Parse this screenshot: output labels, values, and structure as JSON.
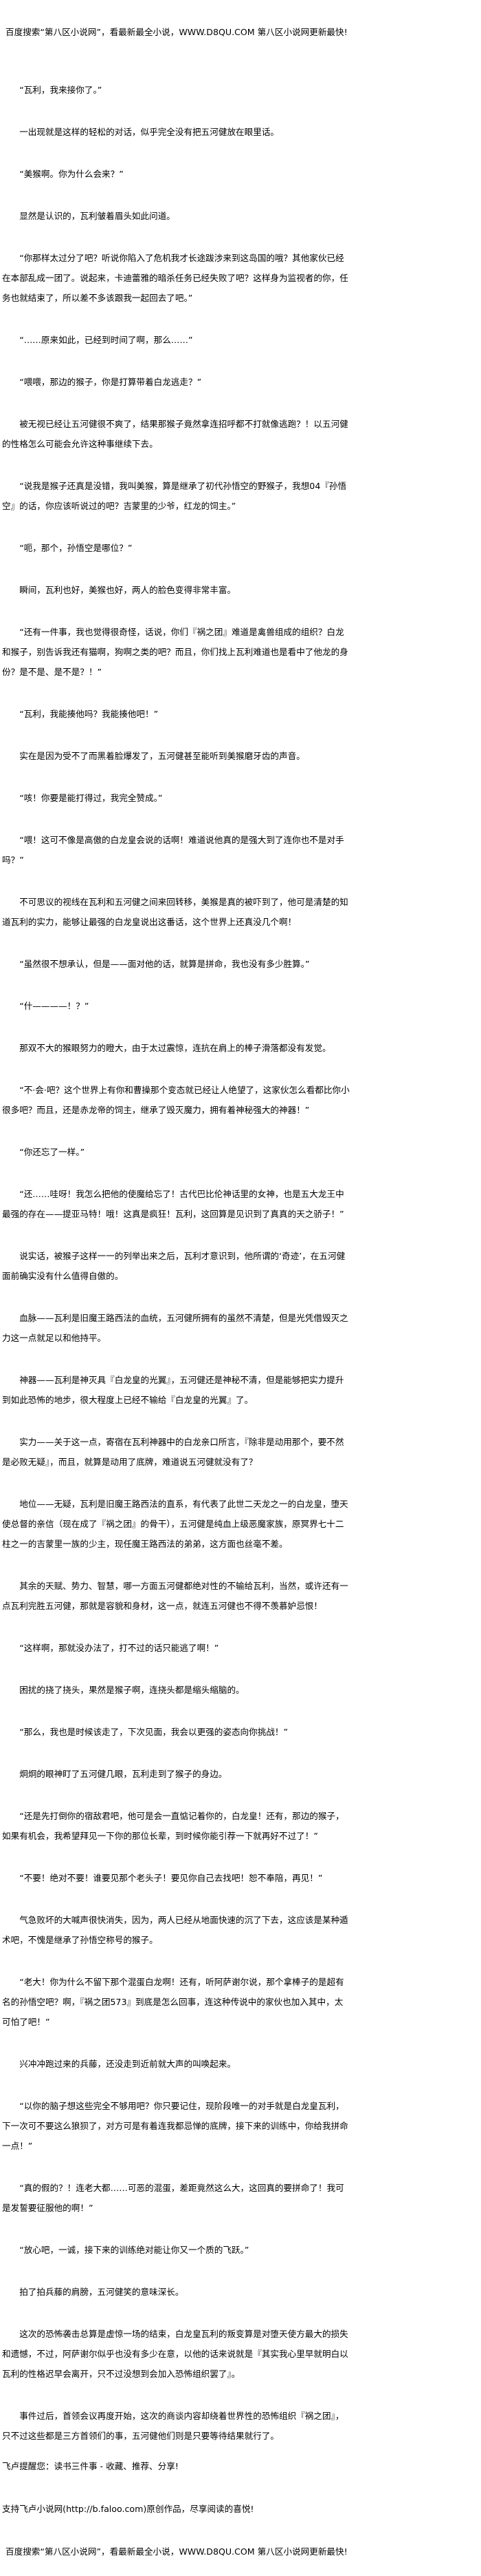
{
  "banner": "百度搜索“第八区小说网”，看最新最全小说，WWW.D8QU.COM   第八区小说网更新最快!",
  "paragraphs": [
    "“瓦利，我来接你了。”",
    "一出现就是这样的轻松的对话，似乎完全没有把五河健放在眼里话。",
    "“美猴啊。你为什么会来？”",
    "显然是认识的，瓦利皱着眉头如此问道。",
    "“你那样太过分了吧？听说你陷入了危机我才长途跋涉来到这岛国的哦？其他家伙已经在本部乱成一团了。说起来，卡迪蕾雅的暗杀任务已经失败了吧？这样身为监视者的你，任务也就结束了，所以差不多该跟我一起回去了吧。”",
    "“……原来如此，已经到时间了啊，那么……”",
    "“喂喂，那边的猴子，你是打算带着白龙逃走？”",
    "被无视已经让五河健很不爽了，结果那猴子竟然拿连招呼都不打就像逃跑？！以五河健的性格怎么可能会允许这种事继续下去。",
    "“说我是猴子还真是没错，我叫美猴，算是继承了初代孙悟空的野猴子，我想04『孙悟空』的话，你应该听说过的吧？吉蒙里的少爷，红龙的饲主。”",
    "“呃，那个，孙悟空是哪位？”",
    "瞬间，瓦利也好，美猴也好，两人的脸色变得非常丰富。",
    "“还有一件事，我也觉得很奇怪，话说，你们『祸之团』难道是禽兽组成的组织？白龙和猴子，别告诉我还有猫啊，狗啊之类的吧？而且，你们找上瓦利难道也是看中了他龙的身份？是不是、是不是？！”",
    "“瓦利，我能揍他吗？我能揍他吧！”",
    "实在是因为受不了而黑着脸爆发了，五河健甚至能听到美猴磨牙齿的声音。",
    "“咳！你要是能打得过，我完全赞成。”",
    "“喂！这可不像是高傲的白龙皇会说的话啊！难道说他真的是强大到了连你也不是对手吗？”",
    "不可思议的视线在瓦利和五河健之间来回转移，美猴是真的被吓到了，他可是清楚的知道瓦利的实力，能够让最强的白龙皇说出这番话，这个世界上还真没几个啊！",
    "“虽然很不想承认，但是——面对他的话，就算是拼命，我也没有多少胜算。”",
    "“什————！？”",
    "那双不大的猴眼努力的瞪大，由于太过震惊，连抗在肩上的棒子滑落都没有发觉。",
    "“不·会·吧？这个世界上有你和曹操那个变态就已经让人绝望了，这家伙怎么看都比你小很多吧？而且，还是赤龙帝的饲主，继承了毁灭魔力，拥有着神秘强大的神器！”",
    "“你还忘了一样。”",
    "“还……哇呀！我怎么把他的使魔给忘了！古代巴比伦神话里的女神，也是五大龙王中最强的存在——提亚马特！哦！这真是疯狂！瓦利，这回算是见识到了真真的天之骄子！”",
    "说实话，被猴子这样一一的列举出来之后，瓦利才意识到，他所谓的‘奇迹’，在五河健面前确实没有什么值得自傲的。",
    "血脉——瓦利是旧魔王路西法的血统，五河健所拥有的虽然不清楚，但是光凭借毁灭之力这一点就足以和他持平。",
    "神器——瓦利是神灭具『白龙皇的光翼』，五河健还是神秘不清，但是能够把实力提升到如此恐怖的地步，很大程度上已经不输给『白龙皇的光翼』了。",
    "实力——关于这一点，寄宿在瓦利神器中的白龙亲口所言，『除非是动用那个，要不然是必败无疑』，而且，就算是动用了底牌，难道说五河健就没有了？",
    "地位——无疑，瓦利是旧魔王路西法的直系，有代表了此世二天龙之一的白龙皇，堕天使总督的亲信（现在成了『祸之团』的骨干），五河健是纯血上级恶魔家族，原冥界七十二柱之一的吉蒙里一族的少主，现任魔王路西法的弟弟，这方面也丝毫不差。",
    "其余的天赋、势力、智慧，哪一方面五河健都绝对性的不输给瓦利，当然，或许还有一点瓦利完胜五河健，那就是容貌和身材，这一点，就连五河健也不得不羡慕妒忌恨！",
    "“这样啊，那就没办法了，打不过的话只能逃了啊！”",
    "困扰的挠了挠头，果然是猴子啊，连挠头都是缩头缩脑的。",
    "“那么，我也是时候该走了，下次见面，我会以更强的姿态向你挑战！”",
    "炯炯的眼神盯了五河健几眼，瓦利走到了猴子的身边。",
    "“还是先打倒你的宿敌君吧，他可是会一直惦记着你的，白龙皇！还有，那边的猴子，如果有机会，我希望拜见一下你的那位长辈，到时候你能引荐一下就再好不过了！”",
    "“不要！绝对不要！谁要见那个老头子！要见你自己去找吧！恕不奉陪，再见！”",
    "气急败坏的大喊声很快消失，因为，两人已经从地面快速的沉了下去，这应该是某种遁术吧，不愧是继承了孙悟空称号的猴子。",
    "“老大！你为什么不留下那个混蛋白龙啊！还有，听阿萨谢尔说，那个拿棒子的是超有名的孙悟空吧？啊，『祸之团573』到底是怎么回事，连这种传说中的家伙也加入其中，太可怕了吧！”",
    "兴冲冲跑过来的兵藤，还没走到近前就大声的叫唤起来。",
    "“以你的脑子想这些完全不够用吧？你只要记住，现阶段唯一的对手就是白龙皇瓦利，下一次可不要这么狼狈了，对方可是有着连我都忌惮的底牌，接下来的训练中，你给我拼命一点！”",
    "“真的假的？！连老大都……可恶的混蛋，差距竟然这么大，这回真的要拼命了！我可是发誓要征服他的啊！”",
    "“放心吧，一诚，接下来的训练绝对能让你又一个质的飞跃。”",
    "拍了拍兵藤的肩膀，五河健笑的意味深长。",
    "这次的恐怖袭击总算是虚惊一场的结束，白龙皇瓦利的叛变算是对堕天使方最大的损失和遗憾，不过，阿萨谢尔似乎也没有多少在意，以他的话来说就是『其实我心里早就明白以瓦利的性格迟早会离开，只不过没想到会加入恐怖组织罢了』。",
    "事件过后，首领会议再度开始，这次的商谈内容却绕着世界性的恐怖组织『祸之团』，只不过这些都是三方首领们的事，五河健他们则是只要等待结果就行了。"
  ],
  "footer": {
    "reminder": "飞卢提醒您：读书三件事 - 收藏、推荐、分享!",
    "support": "支持飞卢小说网(http://b.faloo.com)原创作品，尽享阅读的喜悦!"
  }
}
